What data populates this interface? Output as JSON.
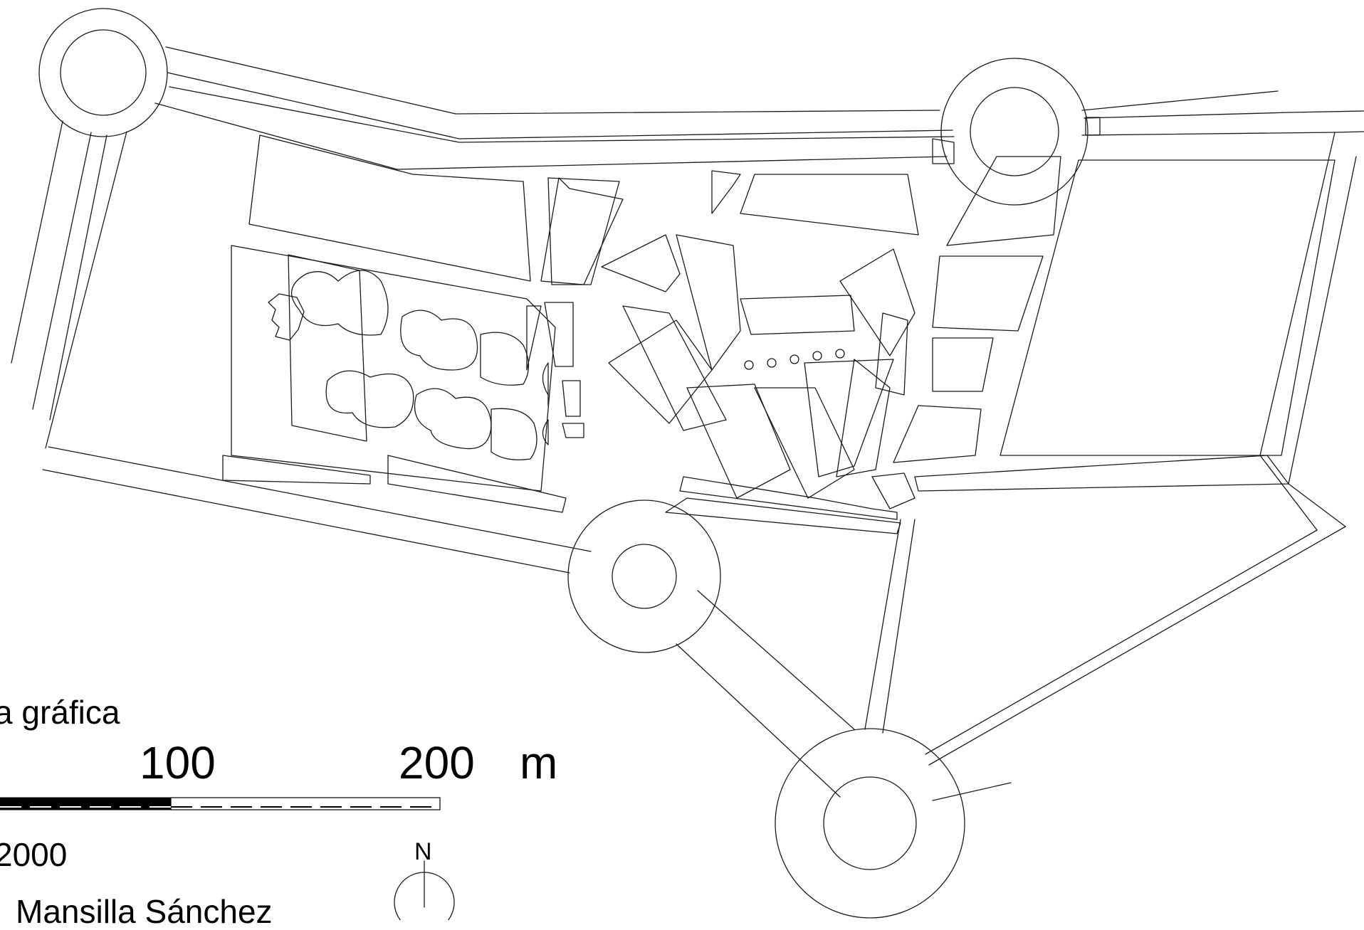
{
  "map": {
    "scale_title": "a gráfica",
    "scale_ticks": [
      "100",
      "200"
    ],
    "scale_unit": "m",
    "ratio_text": "2000",
    "author_text": "Mansilla Sánchez",
    "north_label": "N"
  },
  "colors": {
    "line": "#1a1a1a",
    "background": "#ffffff",
    "scale_fill": "#000000"
  }
}
